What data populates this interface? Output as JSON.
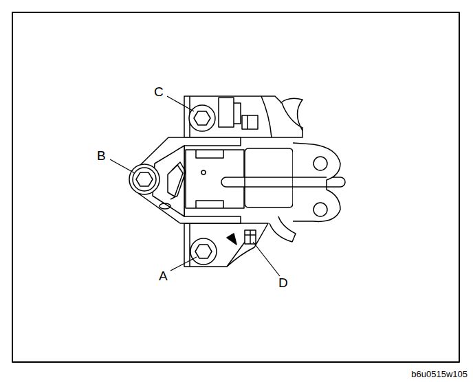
{
  "diagram": {
    "labels": [
      "C",
      "B",
      "A",
      "D",
      "b6u0515w105"
    ]
  }
}
